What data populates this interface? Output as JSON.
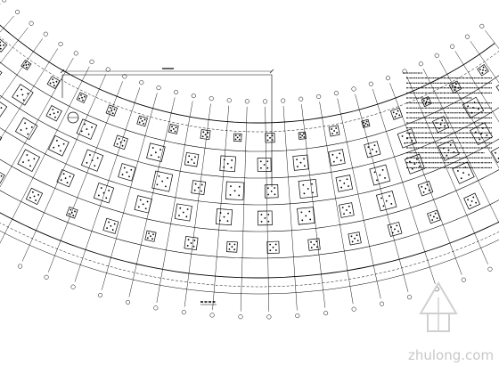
{
  "drawing": {
    "line_color": "#000000",
    "background": "#ffffff",
    "pile_cap_rows": 5,
    "grid_axis_count": 31,
    "watermark": {
      "site": "zhulong.com",
      "logo_color": "#d0d0d0",
      "text_color": "#c8c8c8"
    }
  }
}
